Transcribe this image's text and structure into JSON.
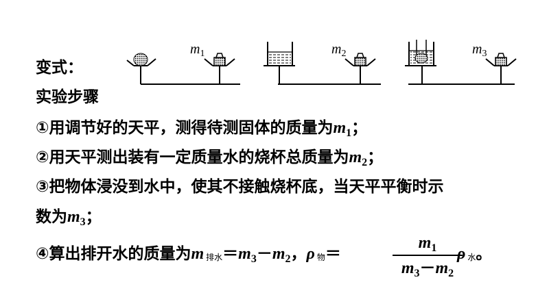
{
  "heading": "变式：",
  "steps_title": "实验步骤",
  "figure": {
    "labels": [
      {
        "var": "m",
        "sub": "1"
      },
      {
        "var": "m",
        "sub": "2"
      },
      {
        "var": "m",
        "sub": "3"
      }
    ]
  },
  "step1": {
    "text": "①用调节好的天平，测得待测固体的质量为",
    "var": "m",
    "sub": "1",
    "end": "；"
  },
  "step2": {
    "text": "②用天平测出装有一定质量水的烧杯总质量为",
    "var": "m",
    "sub": "2",
    "end": "；"
  },
  "step3": {
    "line1": "③把物体浸没到水中，使其不接触烧杯底，当天平平衡时示",
    "line2_text": "数为",
    "var": "m",
    "sub": "3",
    "end": "；"
  },
  "step4": {
    "text": "④算出排开水的质量为",
    "m_sym": "m",
    "m_label": "排水",
    "eq": "＝",
    "m3": "m",
    "m3_sub": "3",
    "minus": "－",
    "m2": "m",
    "m2_sub": "2",
    "comma": "，",
    "rho": "ρ",
    "rho_label": "物",
    "num_var": "m",
    "num_sub": "1",
    "den_m3": "m",
    "den_m3_sub": "3",
    "den_minus": "－",
    "den_m2": "m",
    "den_m2_sub": "2",
    "rho2": "ρ",
    "rho2_label": "水",
    "end": "。"
  }
}
